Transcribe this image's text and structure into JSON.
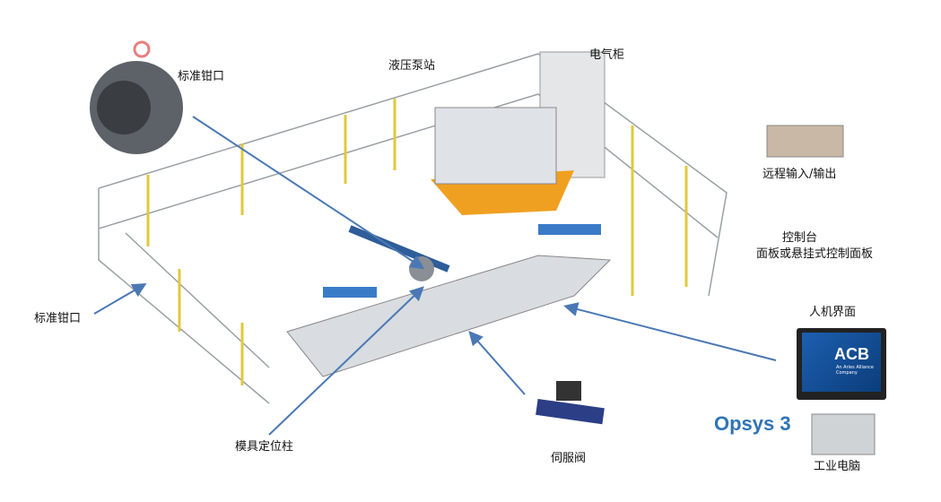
{
  "labels": {
    "jaw_top": "标准钳口",
    "pump": "液压泵站",
    "cabinet": "电气柜",
    "remote_io": "远程输入/输出",
    "console_1": "控制台",
    "console_2": "面板或悬挂式控制面板",
    "hmi": "人机界面",
    "jaw_left": "标准钳口",
    "locating_post": "模具定位柱",
    "servo_valve": "伺服阀",
    "ipc": "工业电脑",
    "opsys": "Opsys 3"
  },
  "hmi_screen": {
    "brand": "ACB",
    "tagline_1": "An Aries Alliance",
    "tagline_2": "Company"
  },
  "colors": {
    "arrow": "#4a78b4",
    "fence": "#e8d44a",
    "accent": "#2f74b5"
  }
}
